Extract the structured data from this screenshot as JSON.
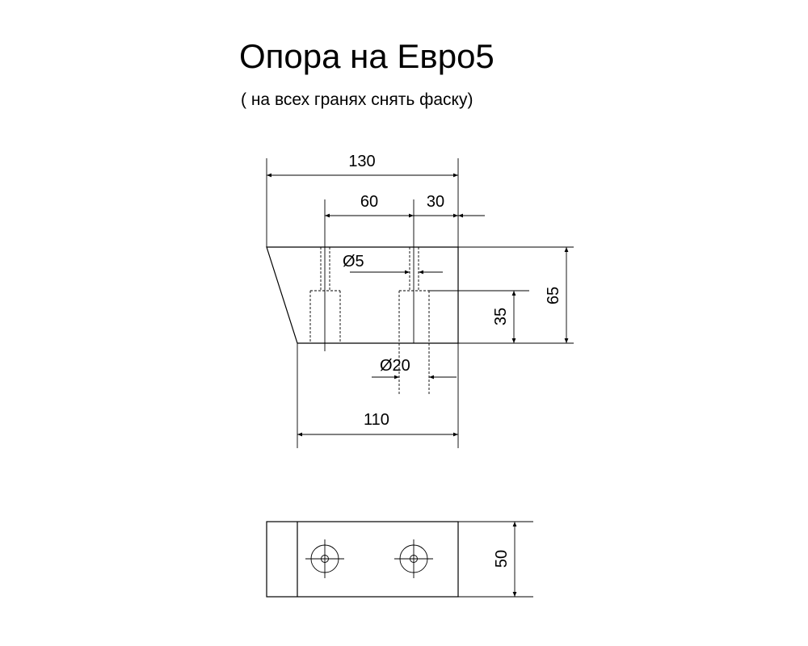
{
  "title": "Опора на Евро5",
  "subtitle": "( на всех гранях снять фаску)",
  "dimensions": {
    "overall_length": "130",
    "hole_spacing": "60",
    "hole_offset": "30",
    "small_hole_dia": "Ø5",
    "counterbore_dia": "Ø20",
    "counterbore_depth": "35",
    "height": "65",
    "base_length": "110",
    "width": "50"
  }
}
